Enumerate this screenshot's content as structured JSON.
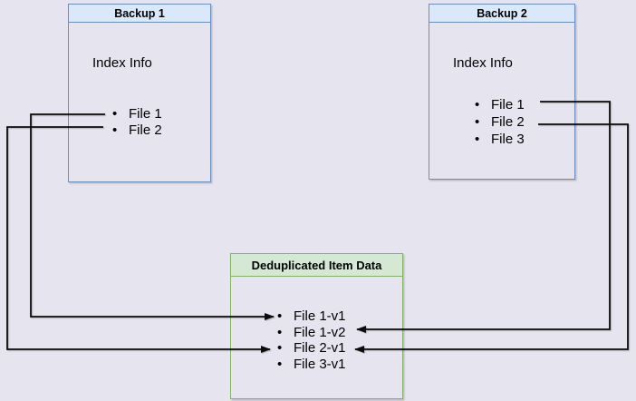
{
  "canvas": {
    "background_color": "#e6e5ef",
    "connector_color": "#0b0b0b"
  },
  "backup1": {
    "title": "Backup 1",
    "header_fill": "#dae8fc",
    "border_color": "#6c8ebf",
    "section_label": "Index Info",
    "items": [
      "File 1",
      "File 2"
    ]
  },
  "backup2": {
    "title": "Backup 2",
    "header_fill": "#dae8fc",
    "border_color": "#6c8ebf",
    "section_label": "Index Info",
    "items": [
      "File 1",
      "File 2",
      "File 3"
    ]
  },
  "dedup": {
    "title": "Deduplicated Item Data",
    "header_fill": "#d5e8d4",
    "border_color": "#82b366",
    "items": [
      "File 1-v1",
      "File 1-v2",
      "File 2-v1",
      "File 3-v1"
    ]
  },
  "connections": [
    {
      "from": "Backup 1 / File 1",
      "to": "Deduplicated Item Data / File 1-v1",
      "side": "left"
    },
    {
      "from": "Backup 1 / File 2",
      "to": "Deduplicated Item Data / File 2-v1",
      "side": "left"
    },
    {
      "from": "Backup 2 / File 1",
      "to": "Deduplicated Item Data / File 1-v2",
      "side": "right"
    },
    {
      "from": "Backup 2 / File 2",
      "to": "Deduplicated Item Data / File 2-v1",
      "side": "right"
    }
  ]
}
